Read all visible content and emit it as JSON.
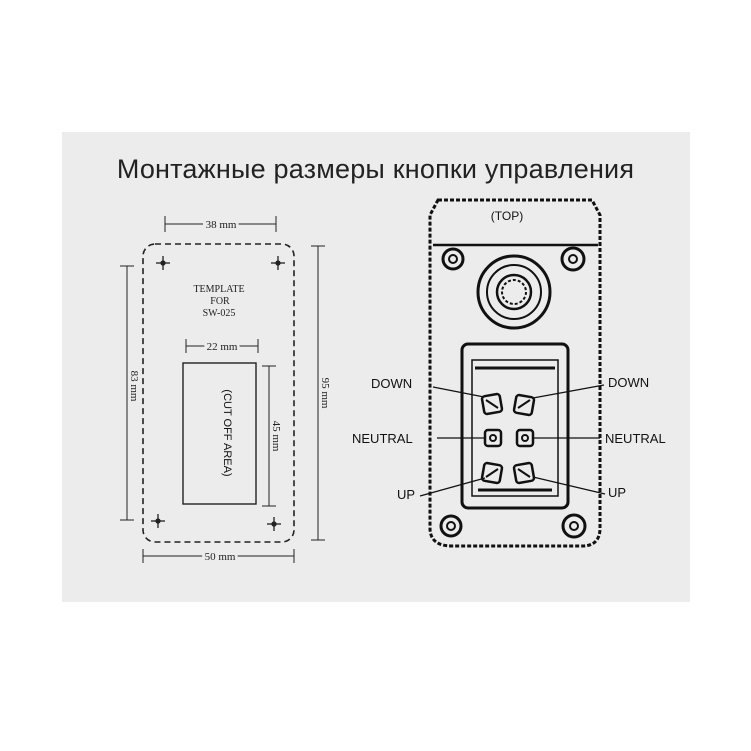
{
  "title": "Монтажные размеры кнопки управления",
  "template": {
    "line1": "TEMPLATE",
    "line2": "FOR",
    "line3": "SW-025",
    "cutoff": "(CUT OFF AREA)",
    "dim_top": "38 mm",
    "dim_inner_top": "22 mm",
    "dim_left": "83 mm",
    "dim_inner_right": "45 mm",
    "dim_right": "95 mm",
    "dim_bottom": "50 mm"
  },
  "device": {
    "top_label": "(TOP)",
    "labels": {
      "down_left": "DOWN",
      "down_right": "DOWN",
      "neutral_left": "NEUTRAL",
      "neutral_right": "NEUTRAL",
      "up_left": "UP",
      "up_right": "UP"
    }
  }
}
